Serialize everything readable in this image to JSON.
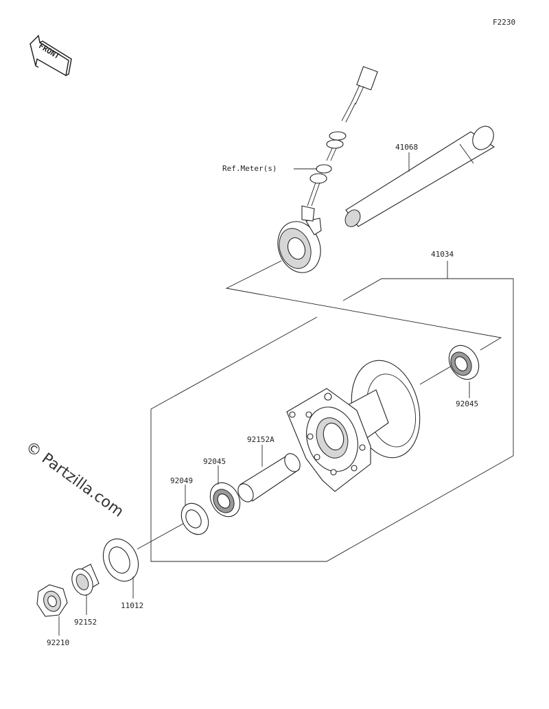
{
  "figure_id": "F2230",
  "front_label": "FRONT",
  "watermark": "© Partzilla.com",
  "ref_meter_label": "Ref.Meter(s)",
  "parts": {
    "p41068": "41068",
    "p41034": "41034",
    "p92045_right": "92045",
    "p92152A": "92152A",
    "p92045_left": "92045",
    "p92049": "92049",
    "p11012": "11012",
    "p92152": "92152",
    "p92210": "92210"
  }
}
